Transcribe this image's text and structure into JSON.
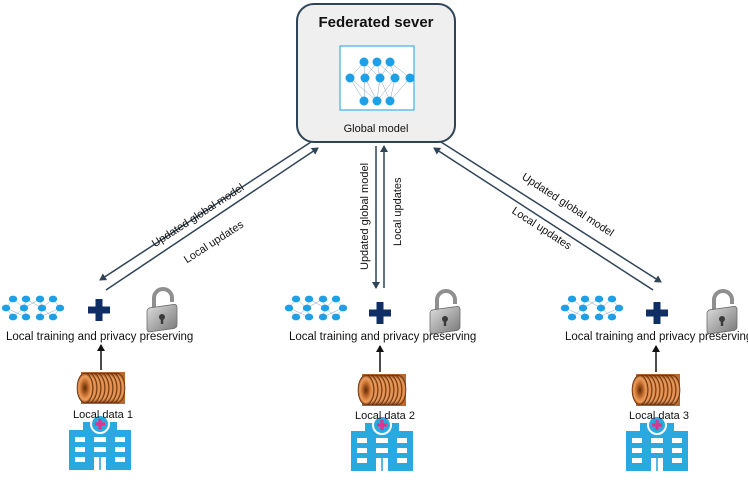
{
  "server": {
    "title": "Federated sever",
    "model_label": "Global model"
  },
  "links": {
    "down_label": "Updated global model",
    "up_label": "Local updates"
  },
  "clients": [
    {
      "title": "Local training and privacy preserving",
      "data_label": "Local data 1"
    },
    {
      "title": "Local training and privacy preserving",
      "data_label": "Local data 2"
    },
    {
      "title": "Local training and privacy preserving",
      "data_label": "Local data 3"
    }
  ],
  "colors": {
    "node": "#1ea0e6",
    "edge": "#8aa6bf",
    "arrow": "#2f4457",
    "plus": "#0f2e66",
    "hospital": "#2aa8e0",
    "hospital_cross": "#e0338e",
    "server_bg": "#efefef"
  },
  "icons": [
    "neural-network-icon",
    "plus-icon",
    "padlock-icon",
    "data-stack-icon",
    "hospital-icon"
  ]
}
